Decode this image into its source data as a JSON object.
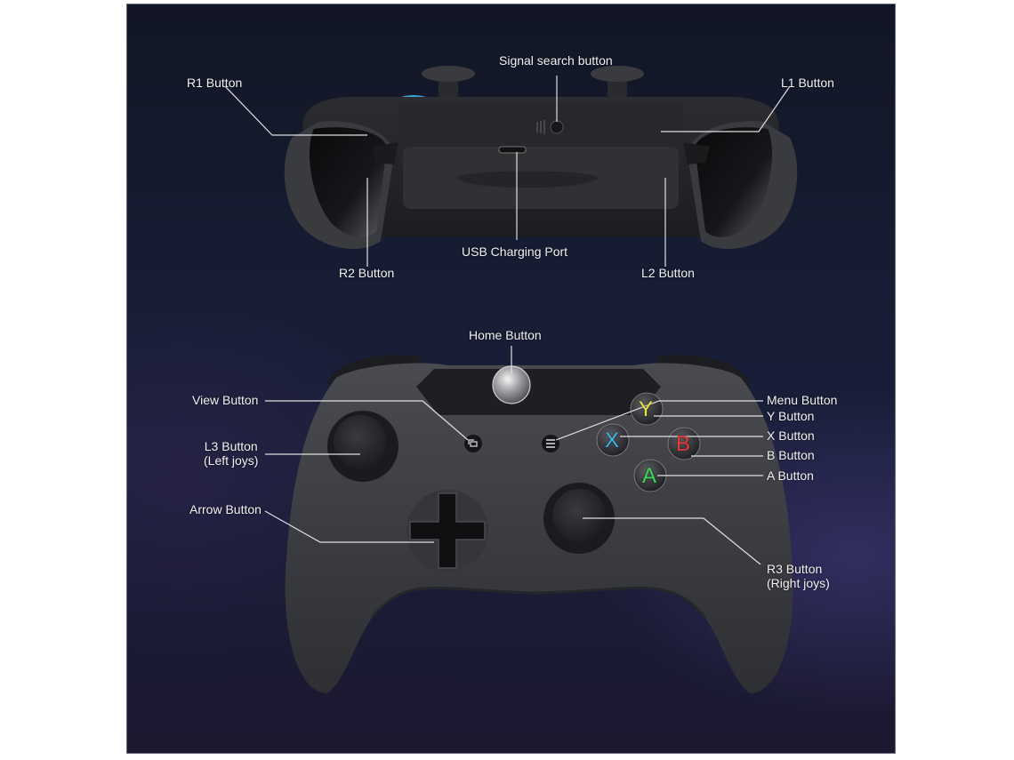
{
  "figure": {
    "top_view": {
      "labels": {
        "signal_search": "Signal search button",
        "r1": "R1 Button",
        "l1": "L1 Button",
        "usb": "USB Charging Port",
        "r2": "R2 Button",
        "l2": "L2 Button"
      }
    },
    "front_view": {
      "labels": {
        "home": "Home Button",
        "view": "View Button",
        "l3_line1": "L3 Button",
        "l3_line2": "(Left joys)",
        "arrow": "Arrow Button",
        "menu": "Menu Button",
        "y": "Y Button",
        "x": "X Button",
        "b": "B Button",
        "a": "A Button",
        "r3_line1": "R3 Button",
        "r3_line2": "(Right joys)"
      },
      "face_buttons": {
        "y": {
          "glyph": "Y",
          "color": "#e8e23a"
        },
        "x": {
          "glyph": "X",
          "color": "#3db4e8"
        },
        "b": {
          "glyph": "B",
          "color": "#e8393a"
        },
        "a": {
          "glyph": "A",
          "color": "#3ad85a"
        }
      },
      "icons": {
        "view": "view-icon",
        "menu": "menu-icon"
      }
    },
    "colors": {
      "background_top": "#121625",
      "background_bottom": "#1b1830",
      "controller_body": "#3d3e42",
      "label_text": "#f2f2f2",
      "leader_line": "#e0e0e0"
    }
  }
}
